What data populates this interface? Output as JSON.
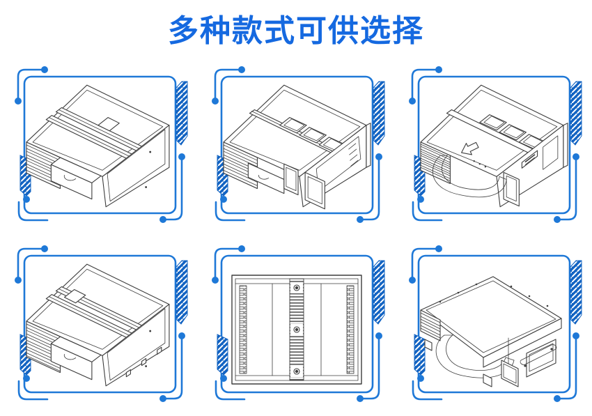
{
  "title": {
    "text": "多种款式可供选择"
  },
  "colors": {
    "title-blue": "#1569e0",
    "frame-blue": "#1e78d7",
    "accent-blue": "#1263c2",
    "line-ink": "#3d3d3d",
    "page-bg": "#ffffff"
  },
  "products": [
    {
      "position": "top-left",
      "illustration": "louvered-splice-cabinet-with-drawer-isometric"
    },
    {
      "position": "top-center",
      "illustration": "open-frame-cabinet-with-window-panels-isometric"
    },
    {
      "position": "top-right",
      "illustration": "cabinet-with-cable-guide-ring-and-label-isometric"
    },
    {
      "position": "bottom-left",
      "illustration": "deep-louvered-cabinet-with-drawer-isometric"
    },
    {
      "position": "bottom-center",
      "illustration": "splice-tray-front-view-with-comb-rails"
    },
    {
      "position": "bottom-right",
      "illustration": "low-profile-tray-with-cable-spool-and-handles-isometric"
    }
  ]
}
